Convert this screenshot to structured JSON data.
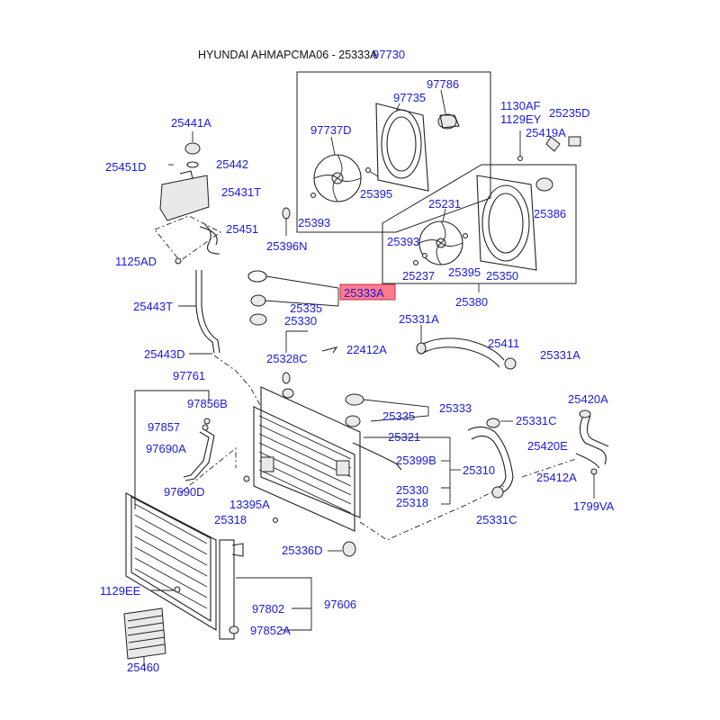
{
  "header": {
    "title": "HYUNDAI AHMAPCMA06 - 25333A"
  },
  "highlight_color": "#ff7b8c",
  "label_color": "#1a1adc",
  "highlighted_part": "25333A",
  "parts": {
    "p97730": "97730",
    "p97786": "97786",
    "p97735": "97735",
    "p97737D": "97737D",
    "p25395a": "25395",
    "p25393a": "25393",
    "p25396N": "25396N",
    "p1130AF": "1130AF",
    "p1129EY": "1129EY",
    "p25235D": "25235D",
    "p25419A": "25419A",
    "p25231": "25231",
    "p25386": "25386",
    "p25393b": "25393",
    "p25237": "25237",
    "p25395b": "25395",
    "p25350": "25350",
    "p25380": "25380",
    "p25441A": "25441A",
    "p25442": "25442",
    "p25451D": "25451D",
    "p25431T": "25431T",
    "p25451": "25451",
    "p1125AD": "1125AD",
    "p25333A": "25333A",
    "p25335a": "25335",
    "p25330a": "25330",
    "p25443T": "25443T",
    "p25328C": "25328C",
    "p22412A": "22412A",
    "p25443D": "25443D",
    "p25331Aa": "25331A",
    "p25411": "25411",
    "p25331Ab": "25331A",
    "p97761": "97761",
    "p97856B": "97856B",
    "p97857": "97857",
    "p97690A": "97690A",
    "p97690D": "97690D",
    "p25333": "25333",
    "p25335b": "25335",
    "p25331C": "25331C",
    "p25420A": "25420A",
    "p25321": "25321",
    "p25420E": "25420E",
    "p25399B": "25399B",
    "p25310": "25310",
    "p25412A": "25412A",
    "p13395A": "13395A",
    "p25330b": "25330",
    "p25318a": "25318",
    "p25318b": "25318",
    "p25331Cb": "25331C",
    "p1799VA": "1799VA",
    "p25336D": "25336D",
    "p1129EE": "1129EE",
    "p97802": "97802",
    "p97606": "97606",
    "p97852A": "97852A",
    "p25460": "25460"
  }
}
